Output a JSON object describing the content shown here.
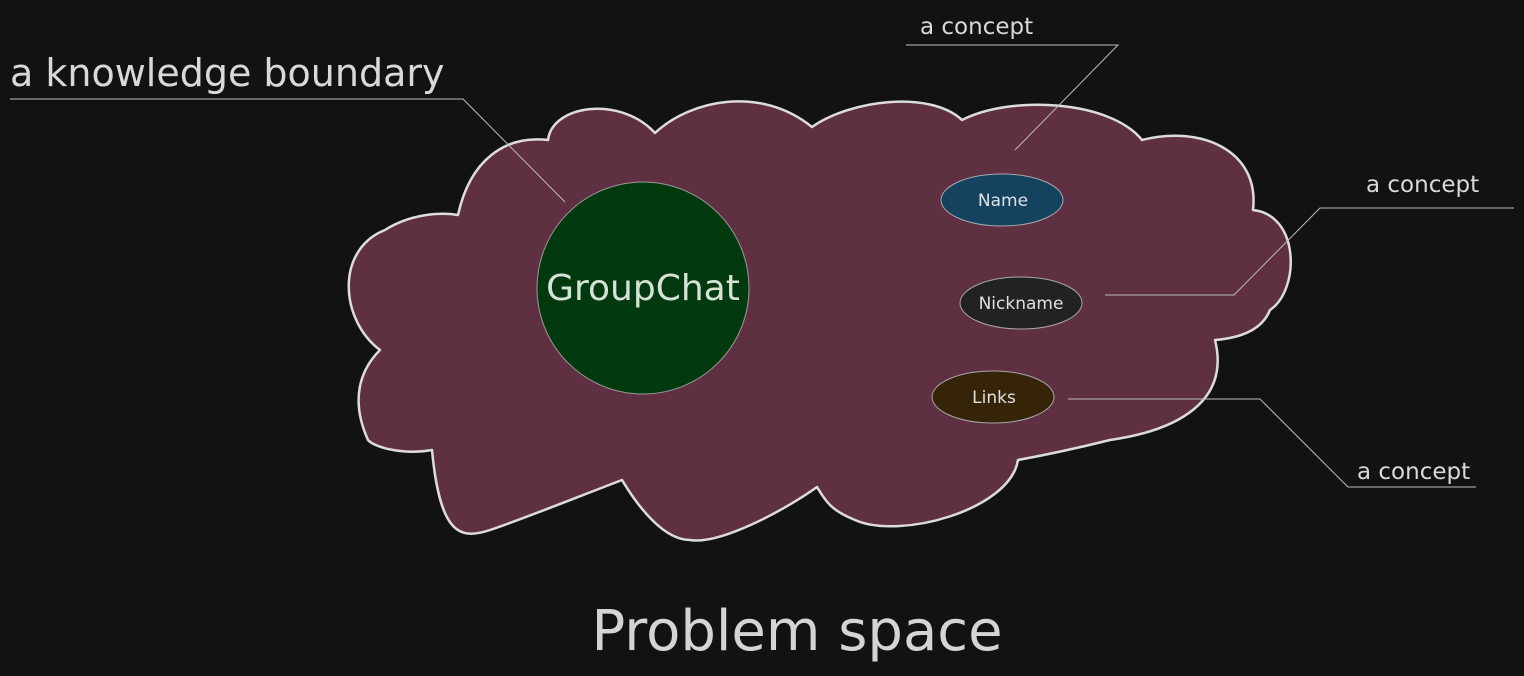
{
  "diagram": {
    "title": "Problem space",
    "boundary_label": "a knowledge boundary",
    "group": {
      "label": "GroupChat",
      "color": "#03390f"
    },
    "cloud_color": "#5f2f42",
    "concepts": [
      {
        "label": "Name",
        "color": "#15425f",
        "annotation": "a concept"
      },
      {
        "label": "Nickname",
        "color": "#222222",
        "annotation": "a concept"
      },
      {
        "label": "Links",
        "color": "#352407",
        "annotation": "a concept"
      }
    ]
  }
}
